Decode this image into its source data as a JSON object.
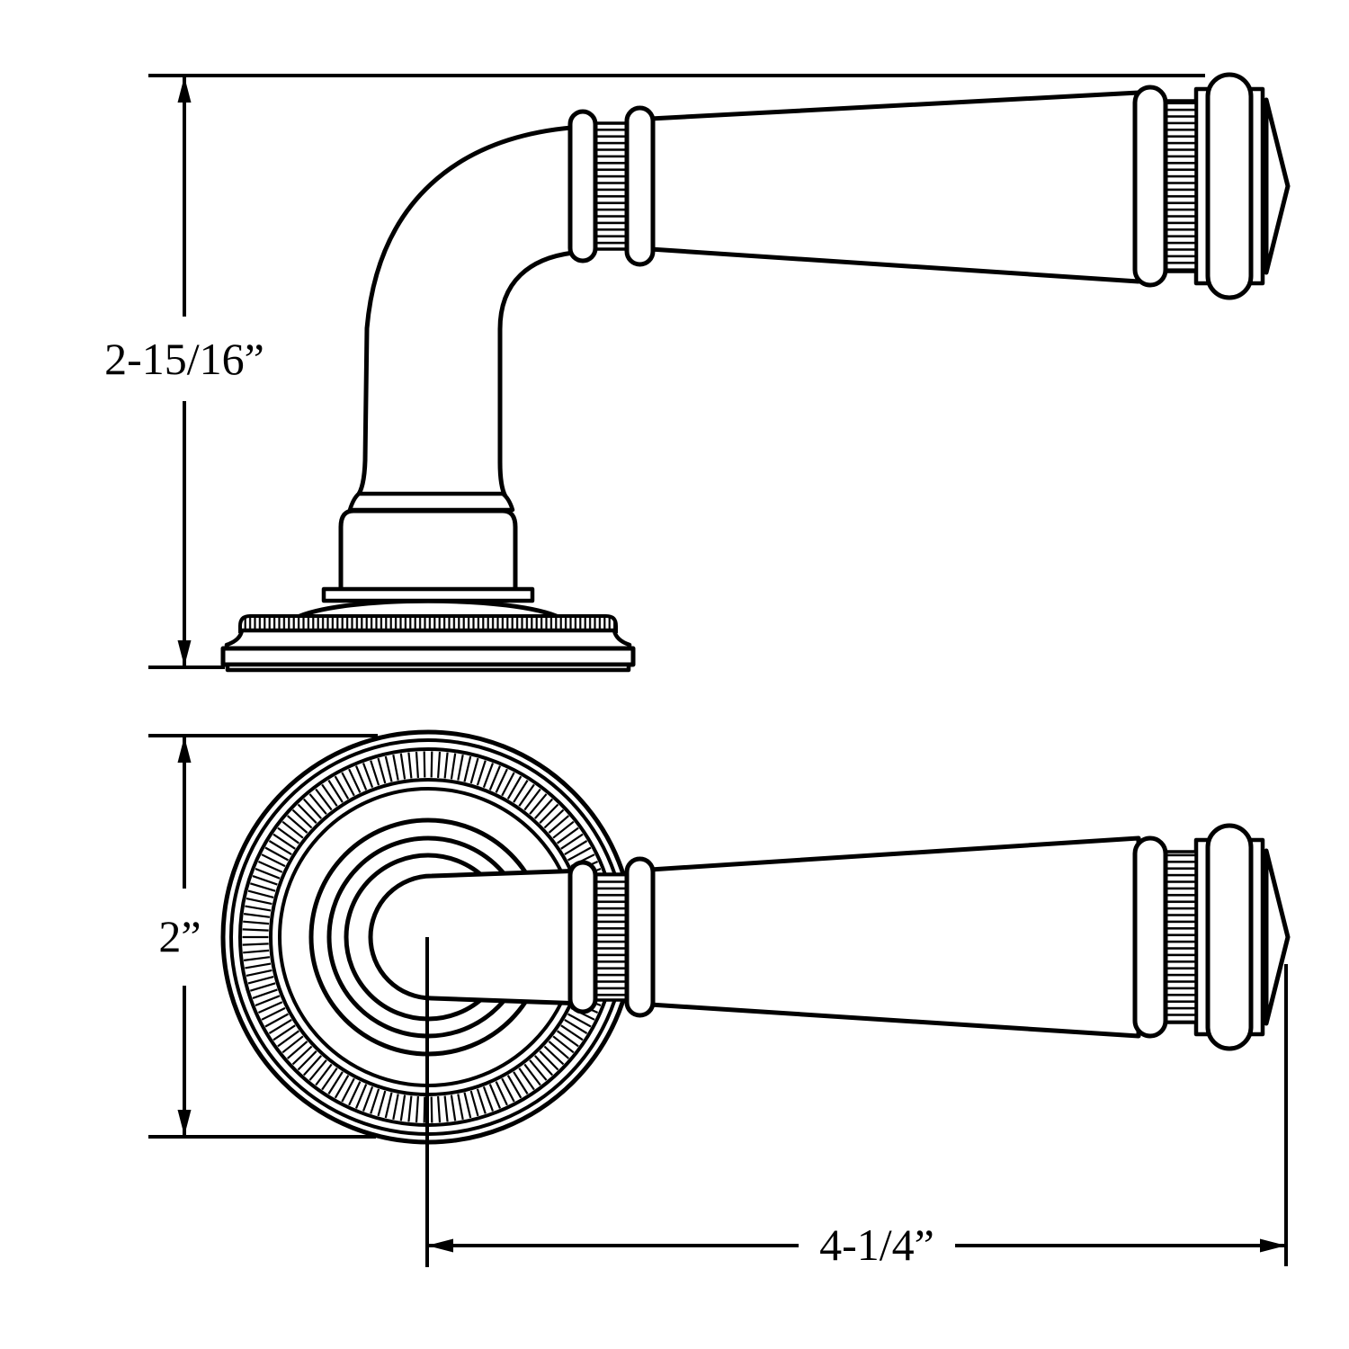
{
  "labels": {
    "side_height": "2-15/16”",
    "rose_diameter": "2”",
    "overall_length": "4-1/4”"
  },
  "colors": {
    "line": "#000000",
    "background": "#ffffff"
  }
}
